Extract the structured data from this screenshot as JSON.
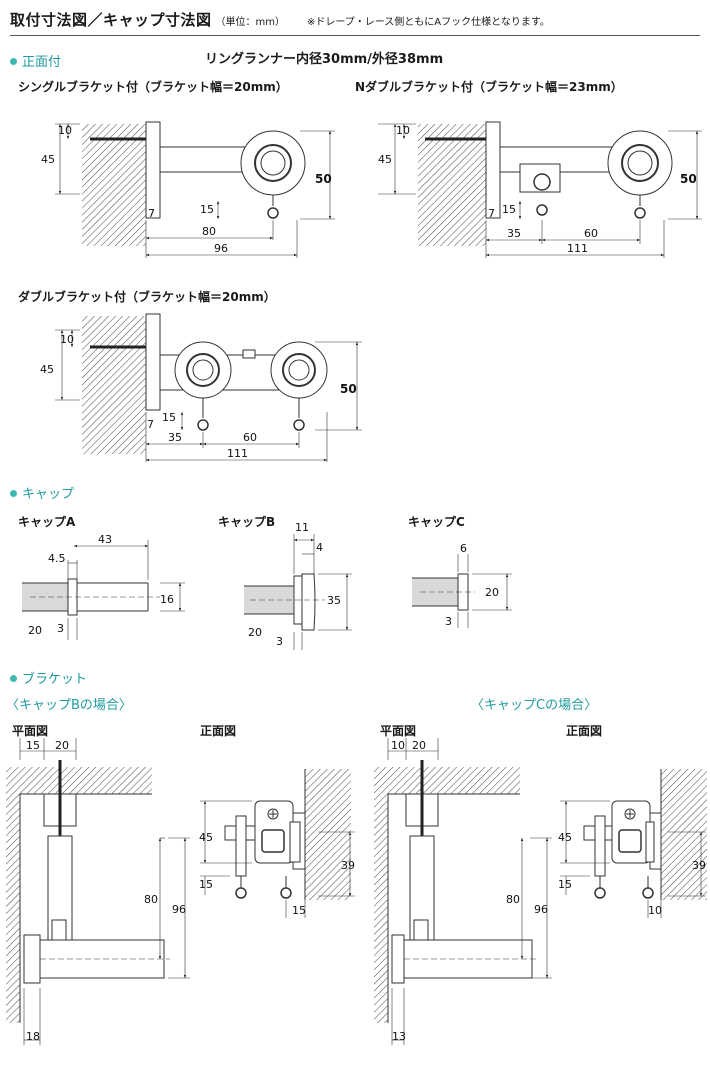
{
  "header": {
    "title": "取付寸法図／キャップ寸法図",
    "unit": "（単位：mm）",
    "note": "※ドレープ・レース側ともにAフック仕様となります。"
  },
  "front": {
    "section": "正面付",
    "ring": "リングランナー内径30mm/外径38mm",
    "single": {
      "label": "シングルブラケット付（ブラケット幅＝20mm）",
      "d10": "10",
      "d45": "45",
      "d50": "50",
      "d7": "7",
      "d15": "15",
      "d80": "80",
      "d96": "96"
    },
    "ndouble": {
      "label": "Nダブルブラケット付（ブラケット幅＝23mm）",
      "d10": "10",
      "d45": "45",
      "d50": "50",
      "d7": "7",
      "d15": "15",
      "d35": "35",
      "d60": "60",
      "d111": "111"
    },
    "double": {
      "label": "ダブルブラケット付（ブラケット幅＝20mm）",
      "d10": "10",
      "d45": "45",
      "d50": "50",
      "d7": "7",
      "d15": "15",
      "d35": "35",
      "d60": "60",
      "d111": "111"
    }
  },
  "caps": {
    "section": "キャップ",
    "a": {
      "label": "キャップA",
      "d45": "4.5",
      "d43": "43",
      "d16": "16",
      "d20": "20",
      "d3": "3"
    },
    "b": {
      "label": "キャップB",
      "d11": "11",
      "d4": "4",
      "d35": "35",
      "d20": "20",
      "d3": "3"
    },
    "c": {
      "label": "キャップC",
      "d6": "6",
      "d20a": "20",
      "d3": "3"
    }
  },
  "bracket": {
    "section": "ブラケット",
    "caseB": "〈キャップBの場合〉",
    "caseC": "〈キャップCの場合〉",
    "plan": "平面図",
    "front": "正面図",
    "b_plan": {
      "d15": "15",
      "d20": "20",
      "d80": "80",
      "d96": "96",
      "d18": "18"
    },
    "b_front": {
      "d45": "45",
      "d15": "15",
      "d39": "39",
      "d15b": "15"
    },
    "c_plan": {
      "d10": "10",
      "d20": "20",
      "d80": "80",
      "d96": "96",
      "d13": "13"
    },
    "c_front": {
      "d45": "45",
      "d15": "15",
      "d39": "39",
      "d10": "10"
    }
  },
  "colors": {
    "accent": "#1f9a9e",
    "line": "#333333",
    "fill": "#d9d9d9"
  }
}
